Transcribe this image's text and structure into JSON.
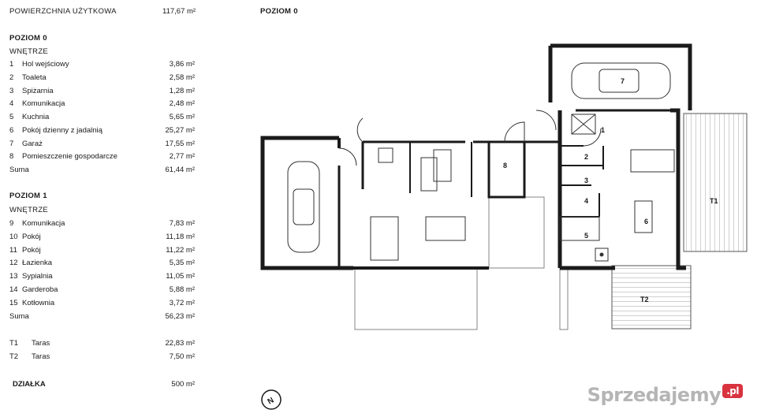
{
  "summary": {
    "title": "POWIERZCHNIA UŻYTKOWA",
    "value": "117,67 m²"
  },
  "level0": {
    "heading": "POZIOM 0",
    "sub": "WNĘTRZE",
    "rooms": [
      {
        "num": "1",
        "name": "Hol wejściowy",
        "area": "3,86 m²"
      },
      {
        "num": "2",
        "name": "Toaleta",
        "area": "2,58 m²"
      },
      {
        "num": "3",
        "name": "Spiżarnia",
        "area": "1,28 m²"
      },
      {
        "num": "4",
        "name": "Komunikacja",
        "area": "2,48 m²"
      },
      {
        "num": "5",
        "name": "Kuchnia",
        "area": "5,65 m²"
      },
      {
        "num": "6",
        "name": "Pokój dzienny z jadalnią",
        "area": "25,27 m²"
      },
      {
        "num": "7",
        "name": "Garaż",
        "area": "17,55 m²"
      },
      {
        "num": "8",
        "name": "Pomieszczenie gospodarcze",
        "area": "2,77 m²"
      }
    ],
    "sum_label": "Suma",
    "sum_value": "61,44 m²"
  },
  "level1": {
    "heading": "POZIOM 1",
    "sub": "WNĘTRZE",
    "rooms": [
      {
        "num": "9",
        "name": "Komunikacja",
        "area": "7,83 m²"
      },
      {
        "num": "10",
        "name": "Pokój",
        "area": "11,18 m²"
      },
      {
        "num": "11",
        "name": "Pokój",
        "area": "11,22 m²"
      },
      {
        "num": "12",
        "name": "Łazienka",
        "area": "5,35 m²"
      },
      {
        "num": "13",
        "name": "Sypialnia",
        "area": "11,05 m²"
      },
      {
        "num": "14",
        "name": "Garderoba",
        "area": "5,88 m²"
      },
      {
        "num": "15",
        "name": "Kotłownia",
        "area": "3,72 m²"
      }
    ],
    "sum_label": "Suma",
    "sum_value": "56,23 m²"
  },
  "terraces": [
    {
      "num": "T1",
      "name": "Taras",
      "area": "22,83 m²"
    },
    {
      "num": "T2",
      "name": "Taras",
      "area": "7,50 m²"
    }
  ],
  "plot": {
    "label": "DZIAŁKA",
    "value": "500 m²"
  },
  "plan": {
    "title": "POZIOM 0",
    "labels": {
      "r1": "1",
      "r2": "2",
      "r3": "3",
      "r4": "4",
      "r5": "5",
      "r6": "6",
      "r7": "7",
      "r8": "8",
      "t1": "T1",
      "t2": "T2"
    },
    "compass": "N"
  },
  "watermark": {
    "text": "Sprzedajemy",
    "badge": ".pl"
  }
}
